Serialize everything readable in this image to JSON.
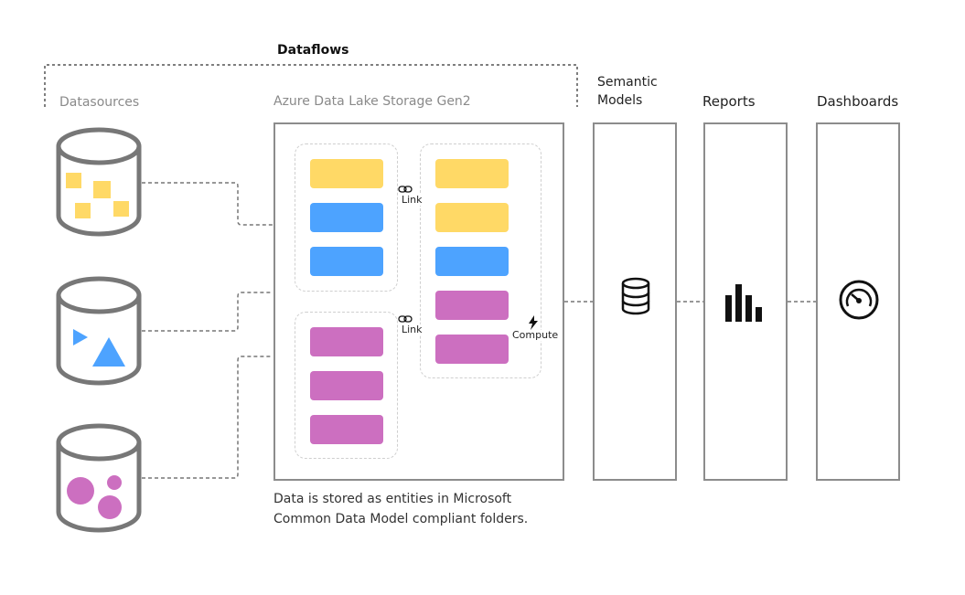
{
  "dataflows": {
    "title": "Dataflows"
  },
  "datasources": {
    "label": "Datasources"
  },
  "storage": {
    "label": "Azure Data Lake Storage Gen2",
    "note_line1": "Data is stored as entities in Microsoft",
    "note_line2": "Common Data Model compliant folders.",
    "link_label_1": "Link",
    "link_label_2": "Link",
    "compute_label": "Compute"
  },
  "semantic_models": {
    "label_line1": "Semantic",
    "label_line2": "Models",
    "icon": "database-icon"
  },
  "reports": {
    "label": "Reports",
    "icon": "bar-chart-icon"
  },
  "dashboards": {
    "label": "Dashboards",
    "icon": "gauge-icon"
  },
  "colors": {
    "yellow": "#ffd966",
    "blue": "#4da3ff",
    "purple": "#cc6fc0",
    "border": "#8c8c8c"
  }
}
